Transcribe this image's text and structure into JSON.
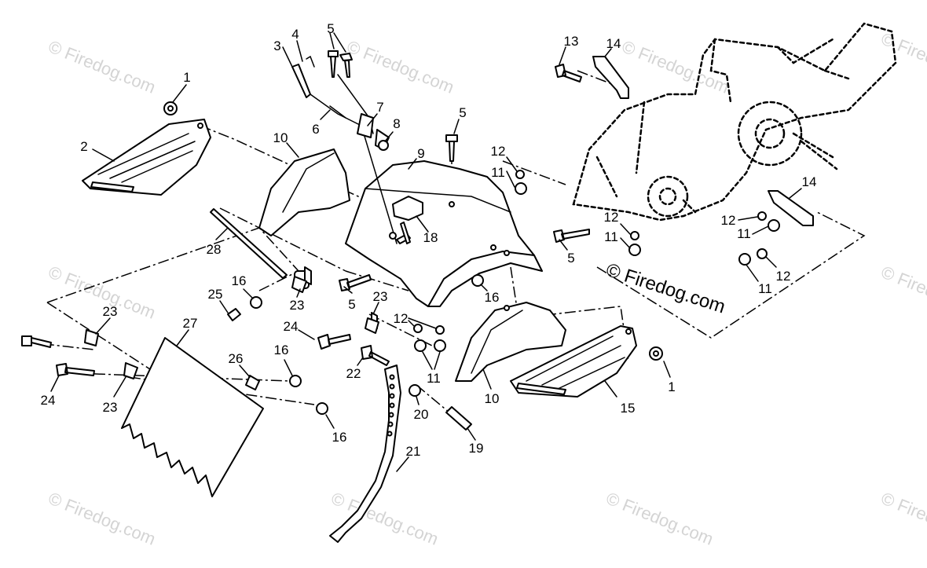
{
  "watermark": {
    "text": "© Firedog.com",
    "prominent_text": "© Firedog.com",
    "color": "#d4d4d4"
  },
  "callouts": {
    "c1a": "1",
    "c1b": "1",
    "c2": "2",
    "c3": "3",
    "c4": "4",
    "c5a": "5",
    "c5b": "5",
    "c5c": "5",
    "c5d": "5",
    "c6": "6",
    "c7": "7",
    "c8": "8",
    "c9": "9",
    "c10a": "10",
    "c10b": "10",
    "c11a": "11",
    "c11b": "11",
    "c11c": "11",
    "c11d": "11",
    "c11e": "11",
    "c12a": "12",
    "c12b": "12",
    "c12c": "12",
    "c12d": "12",
    "c12e": "12",
    "c13": "13",
    "c14a": "14",
    "c14b": "14",
    "c15": "15",
    "c16a": "16",
    "c16b": "16",
    "c16c": "16",
    "c16d": "16",
    "c18": "18",
    "c19": "19",
    "c20": "20",
    "c21": "21",
    "c22": "22",
    "c23a": "23",
    "c23b": "23",
    "c23c": "23",
    "c23d": "23",
    "c24a": "24",
    "c24b": "24",
    "c25": "25",
    "c26": "26",
    "c27": "27",
    "c28": "28"
  }
}
